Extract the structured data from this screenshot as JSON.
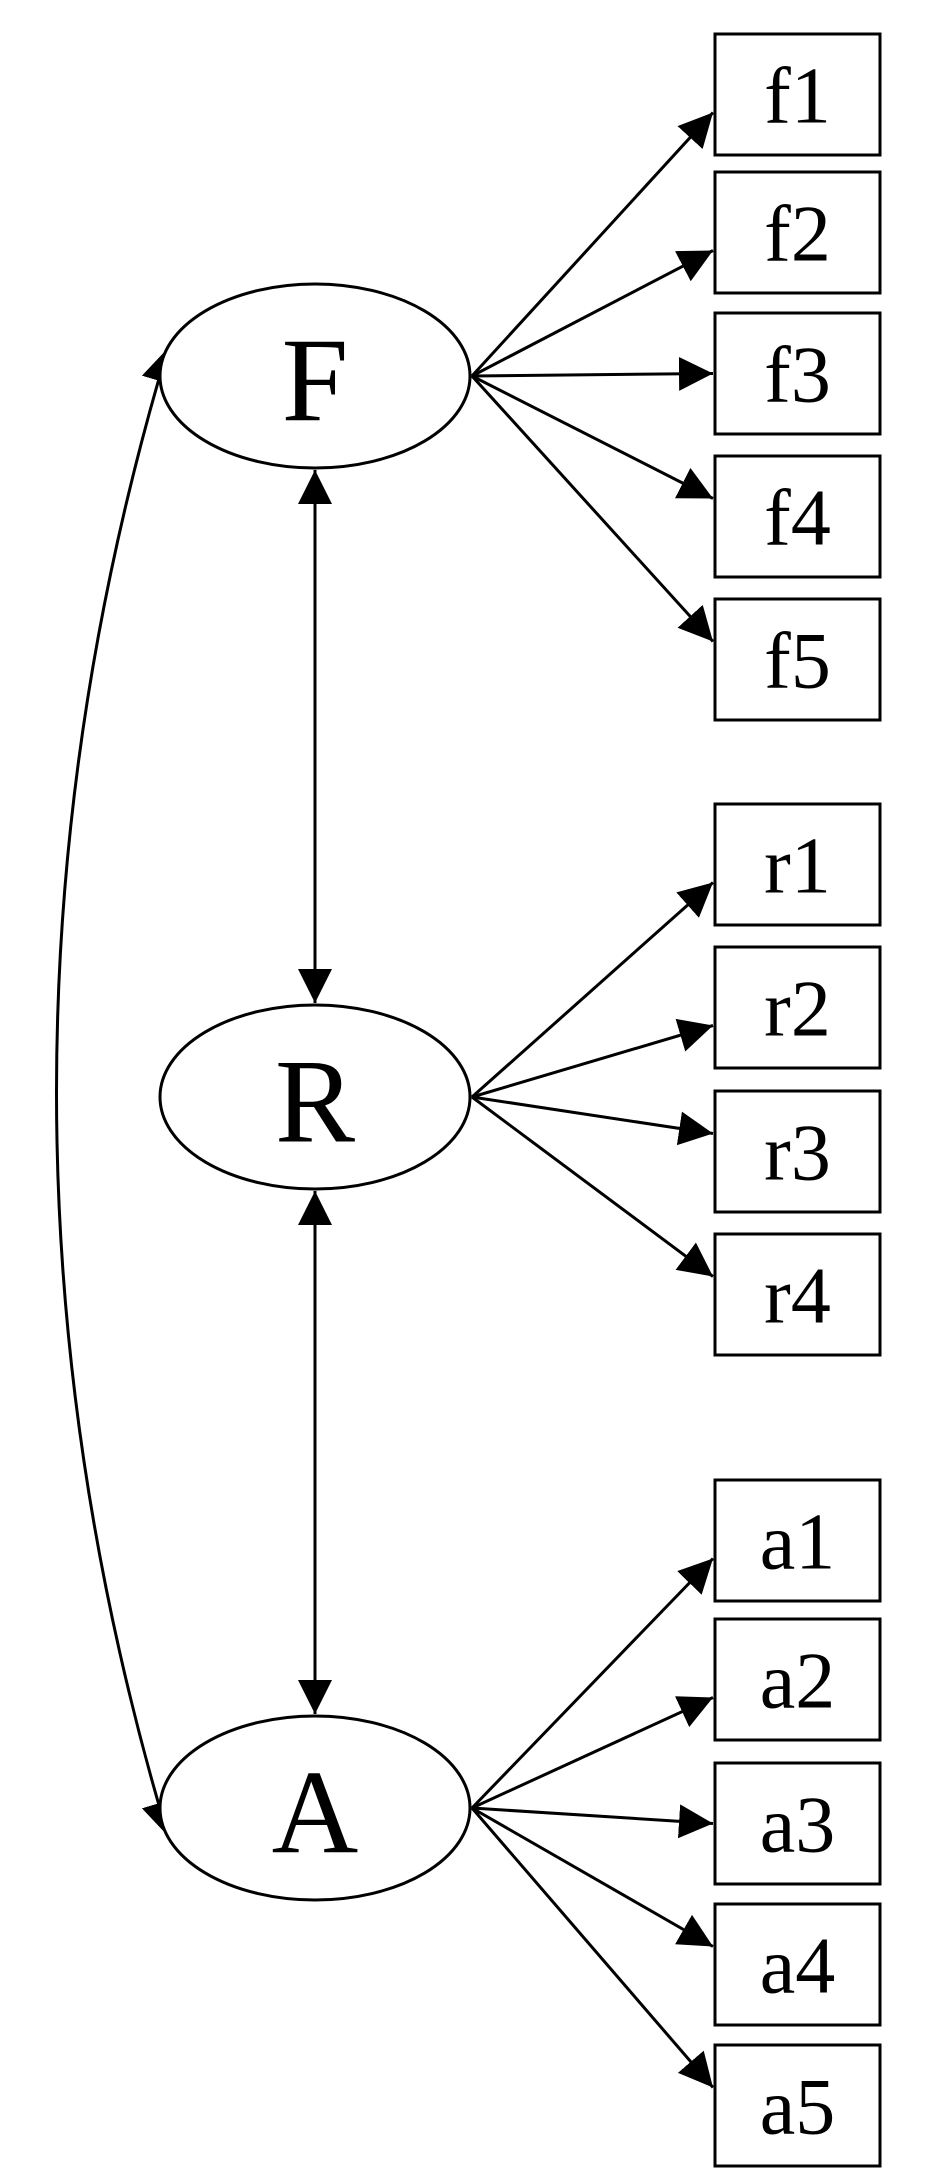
{
  "latent_factors": [
    {
      "id": "F",
      "label": "F",
      "indicators": [
        "f1",
        "f2",
        "f3",
        "f4",
        "f5"
      ]
    },
    {
      "id": "R",
      "label": "R",
      "indicators": [
        "r1",
        "r2",
        "r3",
        "r4"
      ]
    },
    {
      "id": "A",
      "label": "A",
      "indicators": [
        "a1",
        "a2",
        "a3",
        "a4",
        "a5"
      ]
    }
  ],
  "covariances": [
    [
      "F",
      "R"
    ],
    [
      "R",
      "A"
    ],
    [
      "F",
      "A"
    ]
  ],
  "colors": {
    "stroke": "#000000",
    "background": "#ffffff"
  }
}
